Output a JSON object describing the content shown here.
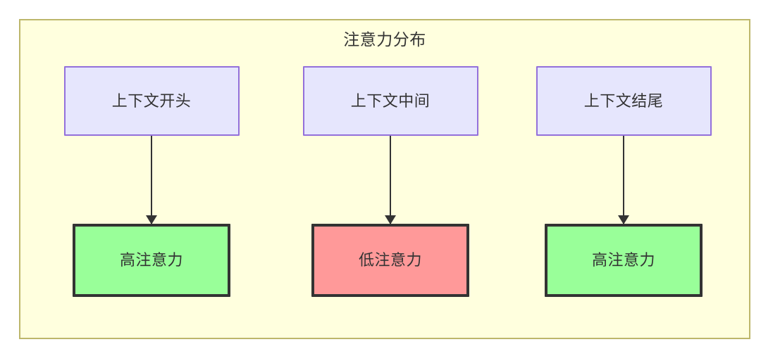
{
  "diagram": {
    "title": "注意力分布",
    "background_color": "#ffffff",
    "container": {
      "fill": "#ffffde",
      "stroke": "#bdb76b"
    },
    "node_styles": {
      "context": {
        "fill": "#e6e6fd",
        "stroke": "#9370db"
      },
      "high_attention": {
        "fill": "#99ff99",
        "stroke": "#333333"
      },
      "low_attention": {
        "fill": "#ff9999",
        "stroke": "#333333"
      }
    },
    "edge_color": "#333333",
    "columns": [
      {
        "top": {
          "label": "上下文开头"
        },
        "bottom": {
          "label": "高注意力"
        },
        "edge": {
          "direction": "down"
        }
      },
      {
        "top": {
          "label": "上下文中间"
        },
        "bottom": {
          "label": "低注意力"
        },
        "edge": {
          "direction": "down"
        }
      },
      {
        "top": {
          "label": "上下文结尾"
        },
        "bottom": {
          "label": "高注意力"
        },
        "edge": {
          "direction": "down"
        }
      }
    ]
  }
}
